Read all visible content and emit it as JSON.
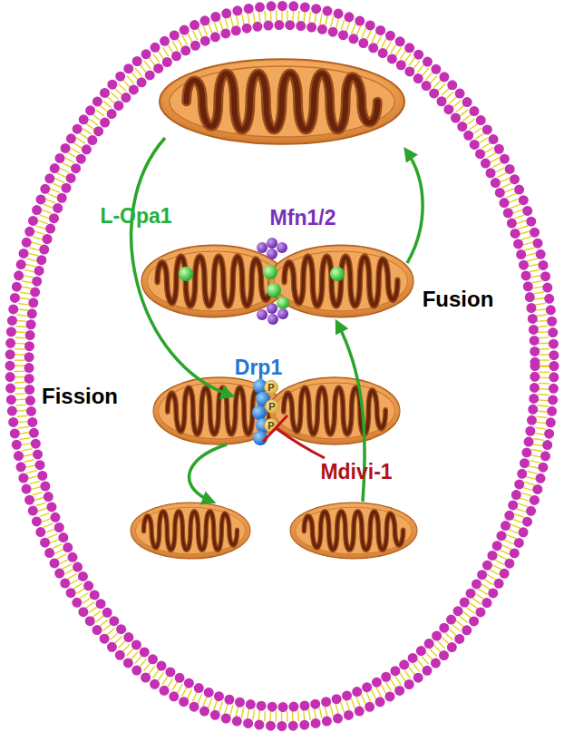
{
  "diagram": {
    "labels": [
      "L-Opa1",
      "Mfn1/2",
      "Drp1",
      "P",
      "P",
      "P",
      "Fission",
      "Mdivi-1",
      "Fusion"
    ]
  }
}
